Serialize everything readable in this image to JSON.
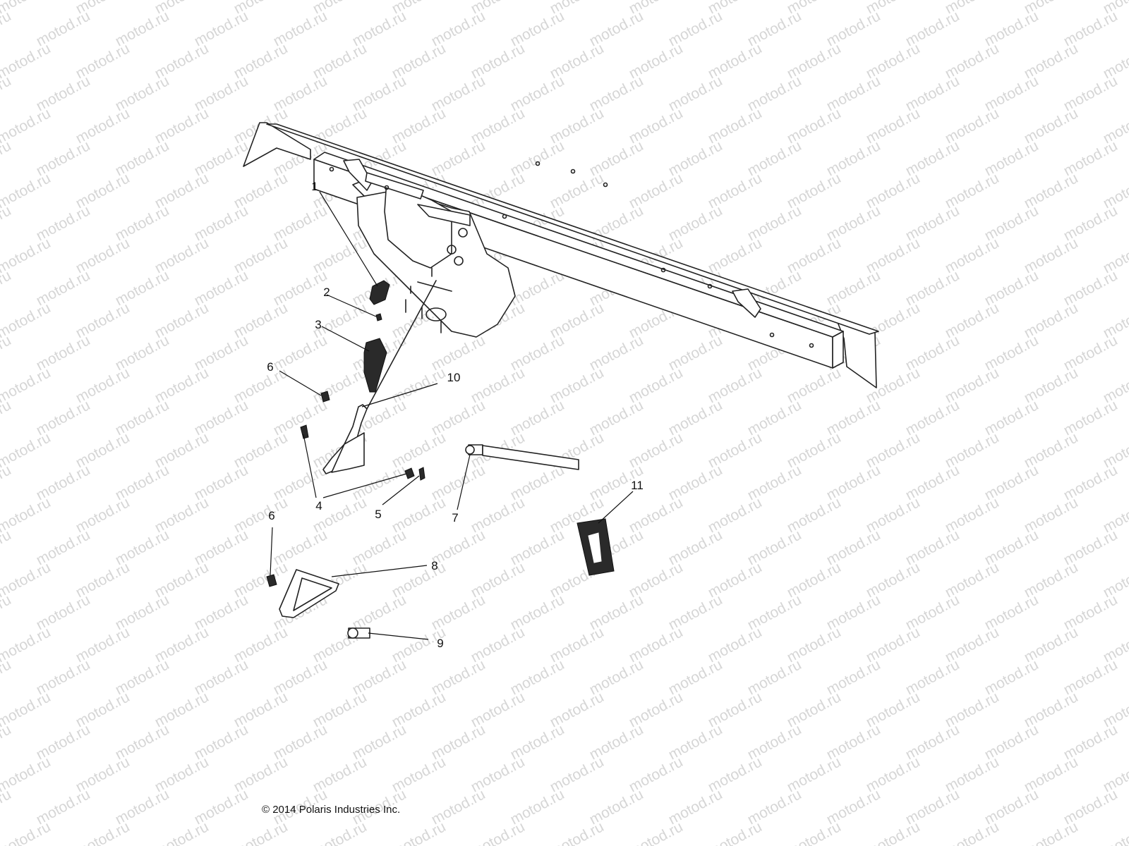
{
  "watermark": "motod.ru",
  "copyright": "© 2014 Polaris Industries Inc.",
  "callouts": [
    "1",
    "2",
    "3",
    "4",
    "5",
    "6",
    "7",
    "8",
    "9",
    "10",
    "11"
  ]
}
